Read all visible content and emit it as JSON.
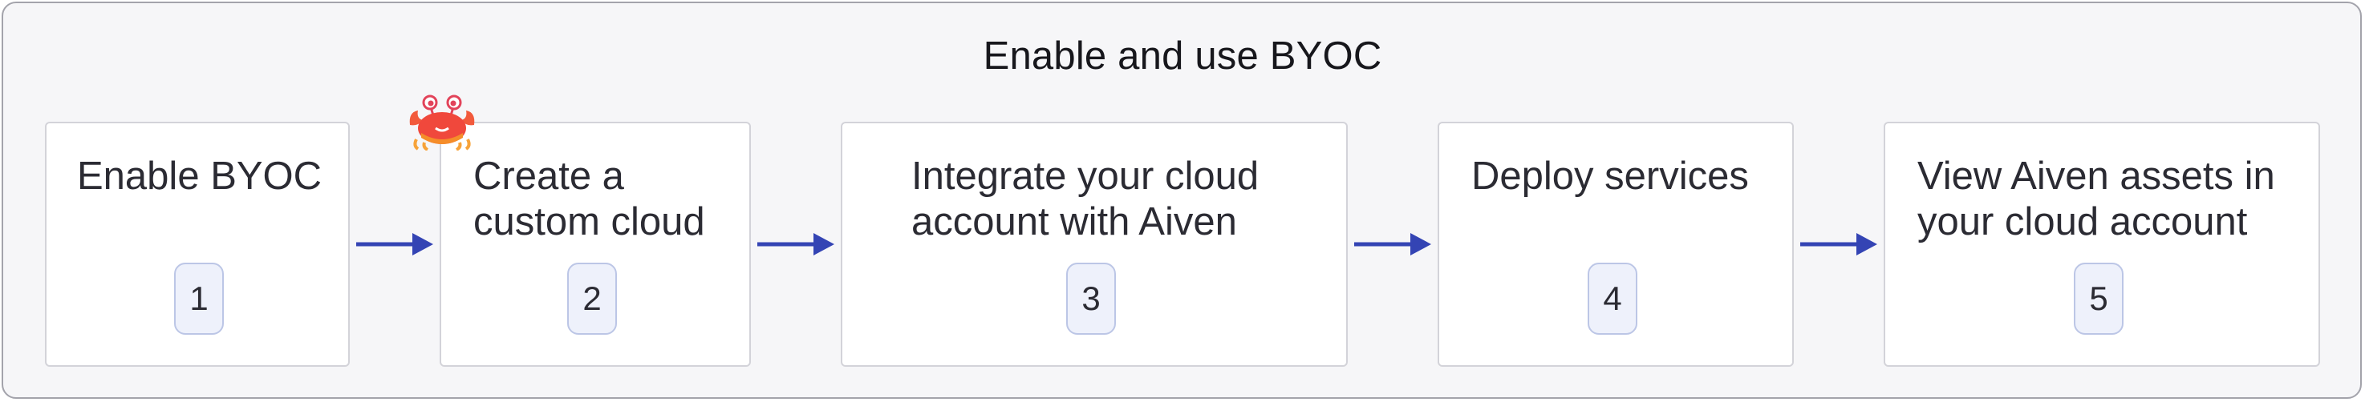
{
  "diagram": {
    "title": "Enable and use BYOC",
    "steps": [
      {
        "label": "Enable BYOC",
        "number": "1"
      },
      {
        "label": "Create a\ncustom cloud",
        "number": "2"
      },
      {
        "label": "Integrate your cloud\naccount with Aiven",
        "number": "3"
      },
      {
        "label": "Deploy services",
        "number": "4"
      },
      {
        "label": "View Aiven assets in\nyour cloud account",
        "number": "5"
      }
    ],
    "colors": {
      "arrow": "#3444b4",
      "frame_bg": "#f6f6f8",
      "badge_bg": "#eef1fb",
      "crab_body": "#f0483c"
    },
    "icons": [
      "crab-mascot-icon",
      "arrow-right-icon"
    ]
  }
}
